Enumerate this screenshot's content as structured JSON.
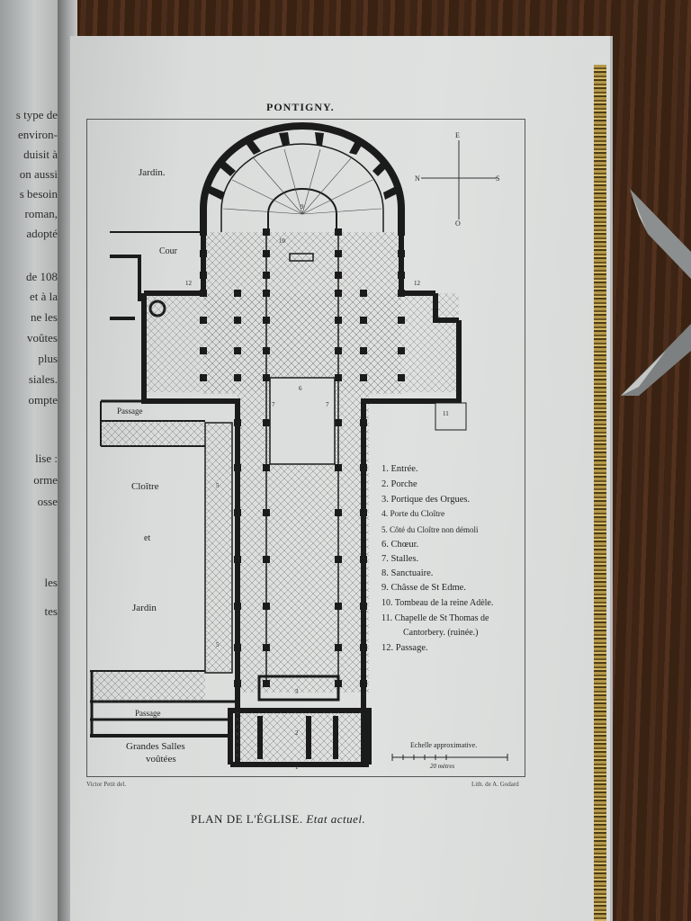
{
  "plate": {
    "title": "PONTIGNY.",
    "caption_main": "PLAN DE L'ÉGLISE.",
    "caption_state": "Etat actuel.",
    "credit_left": "Victor Petit del.",
    "credit_right": "Lith. de A. Godard"
  },
  "areas": {
    "garden_top": "Jardin.",
    "court": "Cour",
    "passage_upper": "Passage",
    "cloister": [
      "Cloître",
      "et",
      "Jardin"
    ],
    "passage_lower": "Passage",
    "halls": [
      "Grandes Salles",
      "voûtées"
    ]
  },
  "compass": {
    "north": "N",
    "south": "S",
    "east": "E",
    "west": "O"
  },
  "legend": [
    "1. Entrée.",
    "2. Porche",
    "3. Portique des Orgues.",
    "4. Porte du Cloître",
    "5. Côté du Cloître non démoli",
    "6. Chœur.",
    "7. Stalles.",
    "8. Sanctuaire.",
    "9. Châsse de St Edme.",
    "10. Tombeau de la reine Adèle.",
    "11. Chapelle de St Thomas de",
    "Cantorbery. (ruinée.)",
    "12. Passage."
  ],
  "scale": {
    "label": "Echelle approximative.",
    "value": "20 mètres"
  },
  "plan_numbers": [
    "1",
    "2",
    "3",
    "5",
    "5",
    "6",
    "7",
    "7",
    "9",
    "10",
    "11",
    "12",
    "12"
  ],
  "left_page_fragments": [
    "s type de",
    "environ-",
    "duisit à",
    "on aussi",
    "s besoin",
    "roman,",
    "adopté",
    "de 108",
    "et à la",
    "ne les",
    "voûtes",
    "plus",
    "siales.",
    "ompte",
    "lise :",
    "orme",
    "osse",
    "les",
    "tes"
  ],
  "colors": {
    "ink": "#1a1a1a",
    "paper": "#dcdedd",
    "table": "#3f2616"
  }
}
